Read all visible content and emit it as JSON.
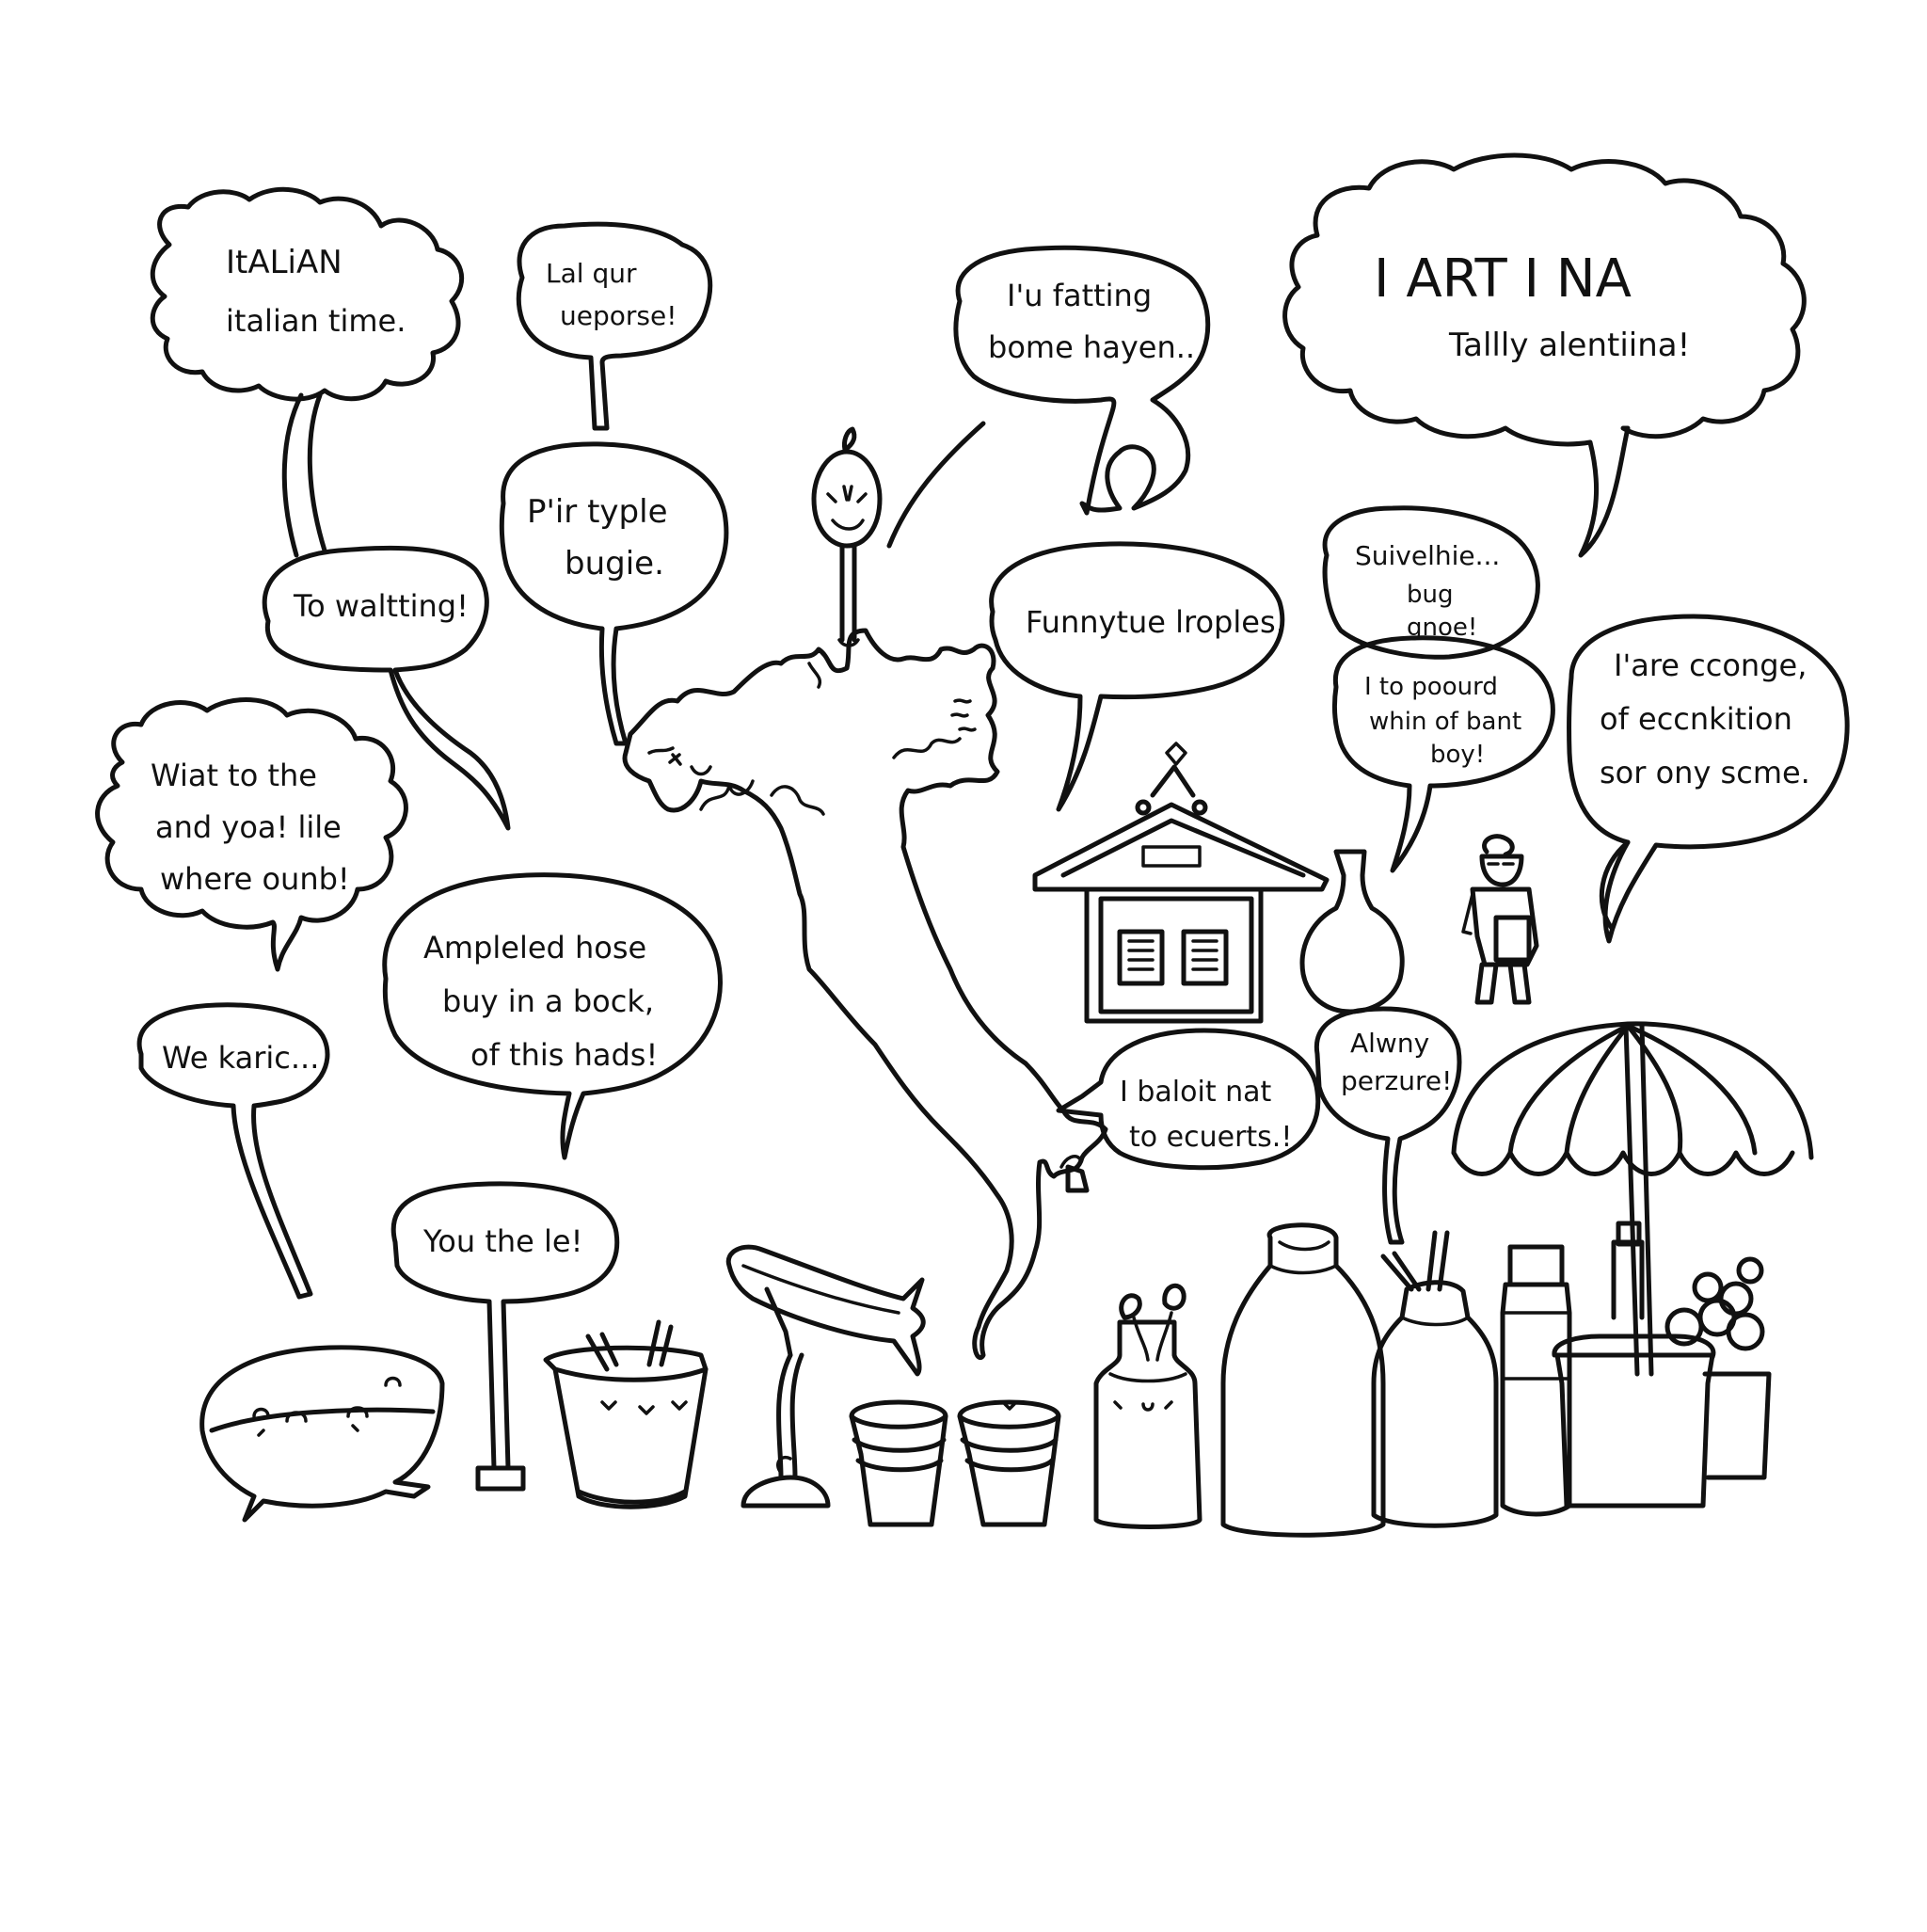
{
  "bubbles": {
    "italian": {
      "line1": "ItALiAN",
      "line2": "italian time."
    },
    "lal_qur": {
      "line1": "Lal qur",
      "line2": "ueporse!"
    },
    "fatting": {
      "line1": "I'u fatting",
      "line2": "bome hayen.."
    },
    "art": {
      "line1": "I  ART I  NA",
      "line2": "Tallly alentiina!"
    },
    "waltting": {
      "line1": "To waltting!"
    },
    "pir_typle": {
      "line1": "P'ir typle",
      "line2": "bugie."
    },
    "funnytue": {
      "line1": "Funnytue lroples."
    },
    "suivelhie": {
      "line1": "Suivelhie...",
      "line2": "bug",
      "line3": "gnoe!"
    },
    "poourd": {
      "line1": "I to poourd",
      "line2": "whin of bant",
      "line3": "boy!"
    },
    "cconge": {
      "line1": "I'are cconge,",
      "line2": "of eccnkition",
      "line3": "sor ony scme."
    },
    "wiat": {
      "line1": "Wiat to the",
      "line2": "and yoa! lile",
      "line3": "where ounb!"
    },
    "ampleled": {
      "line1": "Ampleled hose",
      "line2": "buy in a bock,",
      "line3": "of this hads!"
    },
    "we_karic": {
      "line1": "We karic..."
    },
    "baloit": {
      "line1": "I baloit nat",
      "line2": "to ecuerts.!"
    },
    "alwny": {
      "line1": "Alwny",
      "line2": "perzure!"
    },
    "you_the": {
      "line1": "You the le!"
    }
  },
  "style": {
    "ink": "#111111",
    "paper": "#ffffff"
  }
}
